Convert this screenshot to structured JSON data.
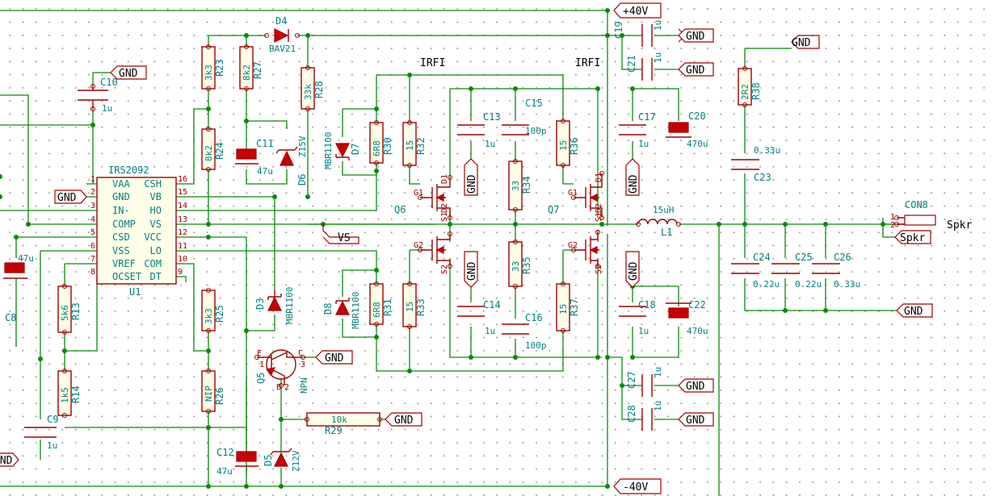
{
  "power": {
    "pos": "+40V",
    "neg": "-40V",
    "gnd": "GND",
    "vs": "VS",
    "spkr": "Spkr"
  },
  "ic": {
    "ref": "U1",
    "name": "IRS2092",
    "left_pins": [
      {
        "num": "1",
        "name": "VAA"
      },
      {
        "num": "2",
        "name": "GND"
      },
      {
        "num": "3",
        "name": "IN-"
      },
      {
        "num": "4",
        "name": "COMP"
      },
      {
        "num": "5",
        "name": "CSD"
      },
      {
        "num": "6",
        "name": "VSS"
      },
      {
        "num": "7",
        "name": "VREF"
      },
      {
        "num": "8",
        "name": "OCSET"
      }
    ],
    "right_pins": [
      {
        "num": "16",
        "name": "CSH"
      },
      {
        "num": "15",
        "name": "VB"
      },
      {
        "num": "14",
        "name": "HO"
      },
      {
        "num": "13",
        "name": "VS"
      },
      {
        "num": "12",
        "name": "VCC"
      },
      {
        "num": "11",
        "name": "LO"
      },
      {
        "num": "10",
        "name": "COM"
      },
      {
        "num": "9",
        "name": "DT"
      }
    ]
  },
  "resistors": {
    "R23": {
      "ref": "R23",
      "val": "3k3"
    },
    "R24": {
      "ref": "R24",
      "val": "8k2"
    },
    "R25": {
      "ref": "R25",
      "val": "3k3"
    },
    "R26": {
      "ref": "R26",
      "val": "NIP"
    },
    "R27": {
      "ref": "R27",
      "val": "8k2"
    },
    "R28": {
      "ref": "R28",
      "val": "33k"
    },
    "R13": {
      "ref": "R13",
      "val": "5k6"
    },
    "R14": {
      "ref": "R14",
      "val": "1k5"
    },
    "R30": {
      "ref": "R30",
      "val": "6R8"
    },
    "R31": {
      "ref": "R31",
      "val": "6R8"
    },
    "R32": {
      "ref": "R32",
      "val": "15"
    },
    "R33": {
      "ref": "R33",
      "val": "15"
    },
    "R34": {
      "ref": "R34",
      "val": "33"
    },
    "R35": {
      "ref": "R35",
      "val": "33"
    },
    "R36": {
      "ref": "R36",
      "val": "15"
    },
    "R37": {
      "ref": "R37",
      "val": "15"
    },
    "R38": {
      "ref": "R38",
      "val": "2R2"
    },
    "R29": {
      "ref": "R29",
      "val": "10k"
    }
  },
  "capacitors": {
    "C10": {
      "ref": "C10",
      "val": "1u"
    },
    "C8": {
      "ref": "C8",
      "val": "47u"
    },
    "C9": {
      "ref": "C9",
      "val": "1u"
    },
    "C11": {
      "ref": "C11",
      "val": "47u"
    },
    "C12": {
      "ref": "C12",
      "val": "47u"
    },
    "C13": {
      "ref": "C13",
      "val": "1u"
    },
    "C14": {
      "ref": "C14",
      "val": "1u"
    },
    "C15": {
      "ref": "C15",
      "val": "100p"
    },
    "C16": {
      "ref": "C16",
      "val": "100p"
    },
    "C17": {
      "ref": "C17",
      "val": "1u"
    },
    "C18": {
      "ref": "C18",
      "val": "1u"
    },
    "C19": {
      "ref": "C19",
      "val": "1u"
    },
    "C21": {
      "ref": "C21",
      "val": "1u"
    },
    "C20": {
      "ref": "C20",
      "val": "470u"
    },
    "C22": {
      "ref": "C22",
      "val": "470u"
    },
    "C23": {
      "ref": "C23",
      "val": "0.33u"
    },
    "C24": {
      "ref": "C24",
      "val": "0.22u"
    },
    "C25": {
      "ref": "C25",
      "val": "0.22u"
    },
    "C26": {
      "ref": "C26",
      "val": "0.33u"
    },
    "C27": {
      "ref": "C27",
      "val": "1u"
    },
    "C28": {
      "ref": "C28",
      "val": "1u"
    }
  },
  "diodes": {
    "D4": {
      "ref": "D4",
      "val": "BAV21"
    },
    "D6": {
      "ref": "D6",
      "val": "Z15V"
    },
    "D7": {
      "ref": "D7",
      "val": "MBR1100"
    },
    "D8": {
      "ref": "D8",
      "val": "MBR1100"
    },
    "D3": {
      "ref": "D3",
      "val": "MBR1100"
    },
    "D5": {
      "ref": "D5",
      "val": "Z12V"
    }
  },
  "transistors": {
    "Q6": {
      "ref": "Q6",
      "val": "IRFI"
    },
    "Q7": {
      "ref": "Q7",
      "val": "IRFI"
    },
    "Q5": {
      "ref": "Q5",
      "val": "NPN"
    }
  },
  "mosfet_pins": {
    "g1": "G1",
    "g2": "G2",
    "d1": "D1",
    "d2": "D2",
    "s1": "S1",
    "s2": "S2"
  },
  "bjt_pins": {
    "e": "E",
    "b": "B",
    "c": "C",
    "p1": "1",
    "p2": "2",
    "p3": "3"
  },
  "inductor": {
    "ref": "L1",
    "val": "15uH"
  },
  "connector": {
    "ref": "CON8",
    "p1": "1",
    "p2": "2"
  }
}
